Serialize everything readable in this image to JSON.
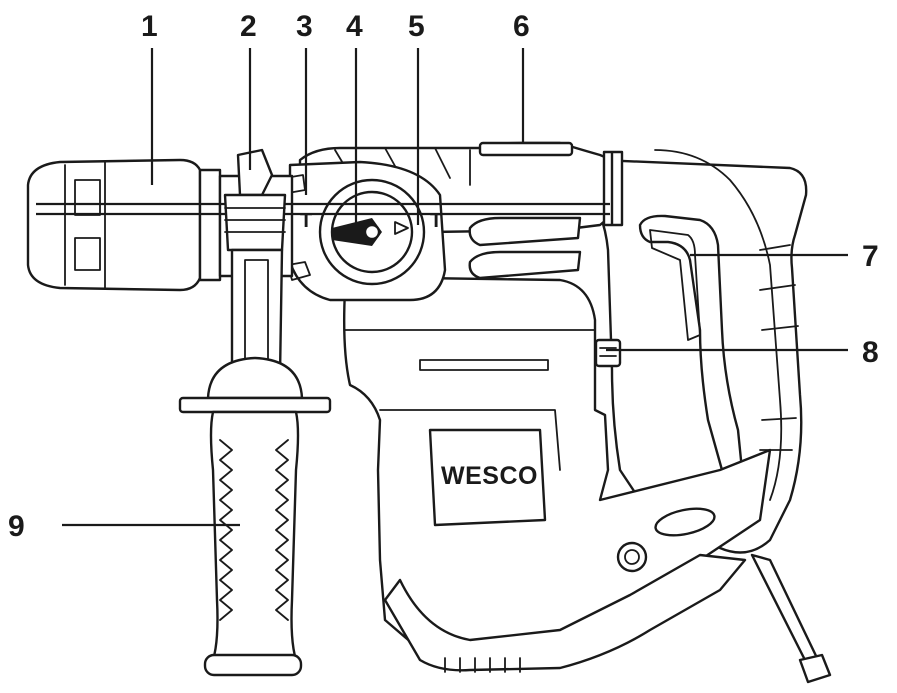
{
  "diagram": {
    "brand_label": "WESCO",
    "callouts": [
      {
        "id": "1",
        "label": "1"
      },
      {
        "id": "2",
        "label": "2"
      },
      {
        "id": "3",
        "label": "3"
      },
      {
        "id": "4",
        "label": "4"
      },
      {
        "id": "5",
        "label": "5"
      },
      {
        "id": "6",
        "label": "6"
      },
      {
        "id": "7",
        "label": "7"
      },
      {
        "id": "8",
        "label": "8"
      },
      {
        "id": "9",
        "label": "9"
      }
    ],
    "colors": {
      "ink": "#1a1a1a",
      "paper": "#ffffff"
    }
  }
}
